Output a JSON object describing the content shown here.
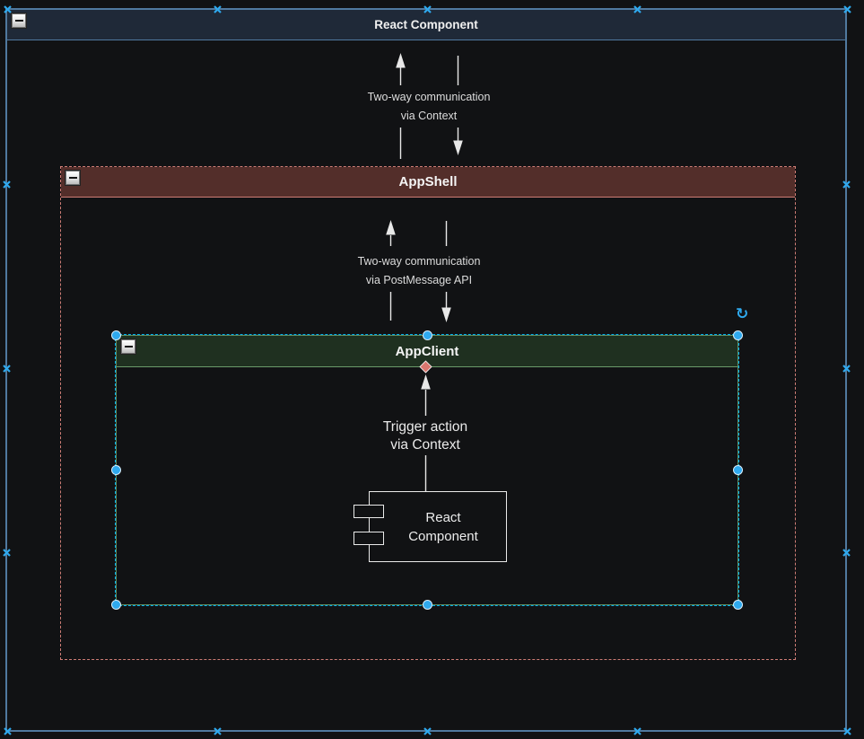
{
  "outer_container": {
    "title": "React Component",
    "header_color": "#1f2938",
    "border_color": "#50799f"
  },
  "appshell": {
    "title": "AppShell",
    "header_color": "#532e2a",
    "border_color": "#cf7d76"
  },
  "appclient": {
    "title": "AppClient",
    "header_color": "#1f3020",
    "border_color": "#5f8f61"
  },
  "edges": {
    "context": {
      "line1": "Two-way communication",
      "line2": "via Context"
    },
    "postmessage": {
      "line1": "Two-way communication",
      "line2": "via PostMessage API"
    },
    "trigger": {
      "line1": "Trigger action",
      "line2": "via Context"
    }
  },
  "component_box": {
    "line1": "React",
    "line2": "Component"
  },
  "icons": {
    "collapse": "collapse-minus-icon",
    "rotate_glyph": "↻",
    "connection_point": "connection-cross-icon"
  },
  "selection": {
    "handle_color": "#2fa9ee",
    "outline_color": "#00b0f0",
    "connection_cross_color": "#2fa9ee",
    "fixed_point_diamond_color": "#d9776f",
    "arrow_color": "#e8e8e8"
  }
}
